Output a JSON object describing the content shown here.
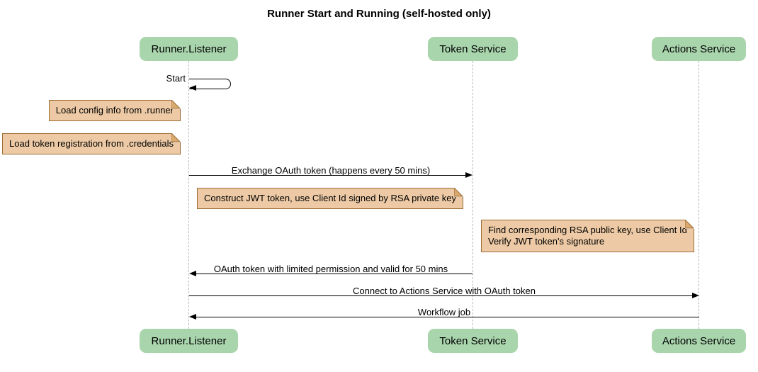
{
  "title": "Runner Start and Running (self-hosted only)",
  "diagram_type": "sequence",
  "actors": [
    {
      "label": "Runner.Listener"
    },
    {
      "label": "Token Service"
    },
    {
      "label": "Actions Service"
    }
  ],
  "events": [
    {
      "type": "self_message",
      "from": "Runner.Listener",
      "label": "Start"
    },
    {
      "type": "note",
      "over": "Runner.Listener",
      "side": "left",
      "text": "Load config info from .runner"
    },
    {
      "type": "note",
      "over": "Runner.Listener",
      "side": "left",
      "text": "Load token registration from .credentials"
    },
    {
      "type": "message",
      "from": "Runner.Listener",
      "to": "Token Service",
      "label": "Exchange OAuth token (happens every 50 mins)"
    },
    {
      "type": "note",
      "over": "Runner.Listener, Token Service",
      "text": "Construct JWT token, use Client Id signed by RSA private key"
    },
    {
      "type": "note",
      "over": "Token Service, Actions Service",
      "lines": [
        "Find corresponding RSA public key, use Client Id",
        "Verify JWT token's signature"
      ]
    },
    {
      "type": "message",
      "from": "Token Service",
      "to": "Runner.Listener",
      "label": "OAuth token with limited permission and valid for 50 mins"
    },
    {
      "type": "message",
      "from": "Runner.Listener",
      "to": "Actions Service",
      "label": "Connect to Actions Service with OAuth token"
    },
    {
      "type": "message",
      "from": "Actions Service",
      "to": "Runner.Listener",
      "label": "Workflow job"
    }
  ],
  "colors": {
    "actor_fill": "#a9d5ad",
    "note_fill": "#edcaa5",
    "note_border": "#9c6d35",
    "note_fold": "#d9a96e",
    "lifeline": "#b9b9b9",
    "arrow": "#000000",
    "background": "#ffffff"
  }
}
